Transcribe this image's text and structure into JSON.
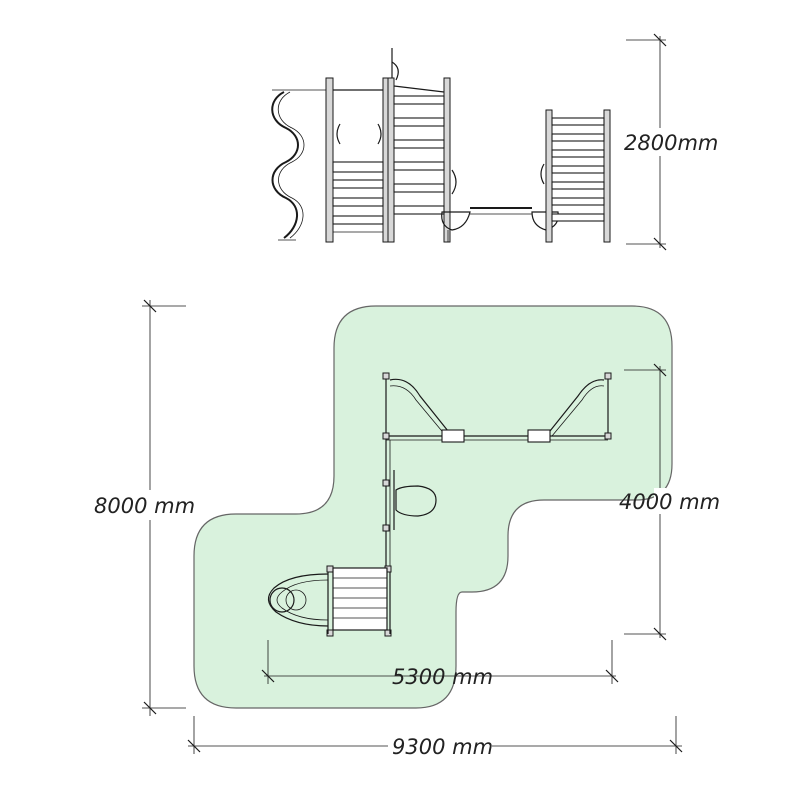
{
  "dimensions": {
    "elevation_height": "2800mm",
    "plan_depth": "8000 mm",
    "plan_width": "9300 mm",
    "plan_right_depth": "4000 mm",
    "plan_inner_width": "5300 mm"
  },
  "colors": {
    "safety_zone_fill": "#d9f2dd",
    "safety_zone_stroke": "#666666",
    "line": "#1a1a1a"
  }
}
